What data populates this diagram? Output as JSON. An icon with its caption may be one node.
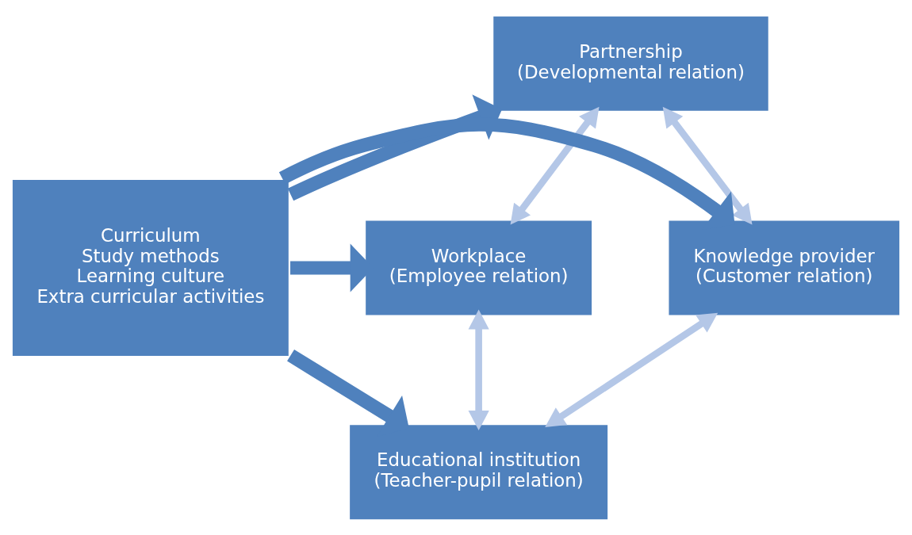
{
  "diagram": {
    "nodes": [
      {
        "text": [
          "Partnership",
          "(Developmental relation)"
        ]
      },
      {
        "text": [
          "Knowledge provider",
          "(Customer relation)"
        ]
      },
      {
        "text": [
          "Curriculum",
          "Study methods",
          "Learning culture",
          "Extra curricular activities"
        ]
      },
      {
        "text": [
          "Workplace",
          "(Employee relation)"
        ]
      },
      {
        "text": [
          "Educational institution",
          "(Teacher-pupil relation)"
        ]
      }
    ],
    "edges": [
      {
        "from": 0,
        "to": 1,
        "arrow": "both"
      },
      {
        "from": 0,
        "to": 3,
        "arrow": "both"
      },
      {
        "from": 1,
        "to": 4,
        "arrow": "both"
      },
      {
        "from": 3,
        "to": 4,
        "arrow": "both"
      },
      {
        "from": 2,
        "to": 0,
        "arrow": "to",
        "style": "thick",
        "color": "#4f81bd"
      },
      {
        "from": 2,
        "to": 1,
        "arrow": "to",
        "style": "thick",
        "color": "#4f81bd"
      },
      {
        "from": 2,
        "to": 3,
        "arrow": "to",
        "style": "thick",
        "color": "#4f81bd"
      },
      {
        "from": 2,
        "to": 4,
        "arrow": "to",
        "style": "thick",
        "color": "#4f81bd"
      }
    ]
  }
}
